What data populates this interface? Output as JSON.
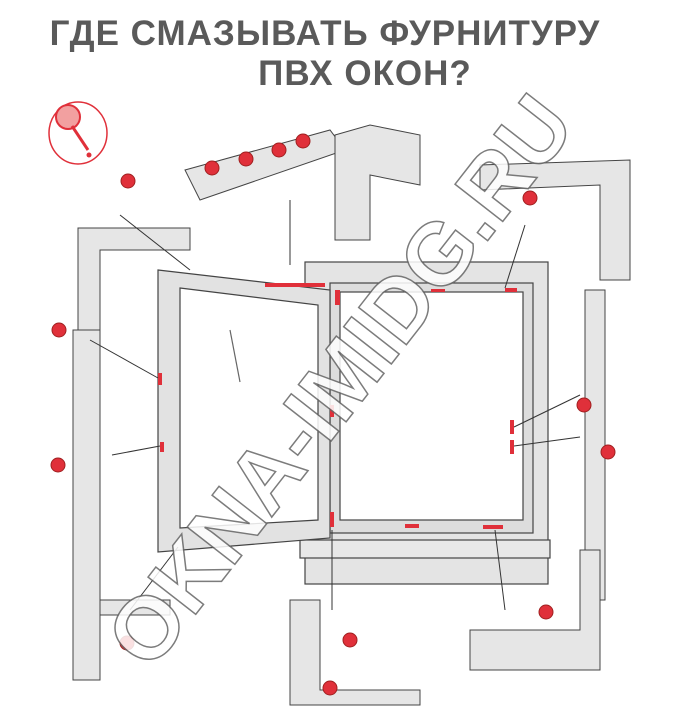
{
  "title": {
    "line1": "ГДЕ СМАЗЫВАТЬ ФУРНИТУРУ",
    "line2": "ПВХ ОКОН?"
  },
  "watermark": "OKNA-IMIDG.RU",
  "colors": {
    "accent": "#e0303a",
    "frame": "#dedede",
    "line": "#444444",
    "title": "#5a5a5a"
  },
  "icons": [
    "oiler-icon",
    "lubrication-point-icon"
  ]
}
